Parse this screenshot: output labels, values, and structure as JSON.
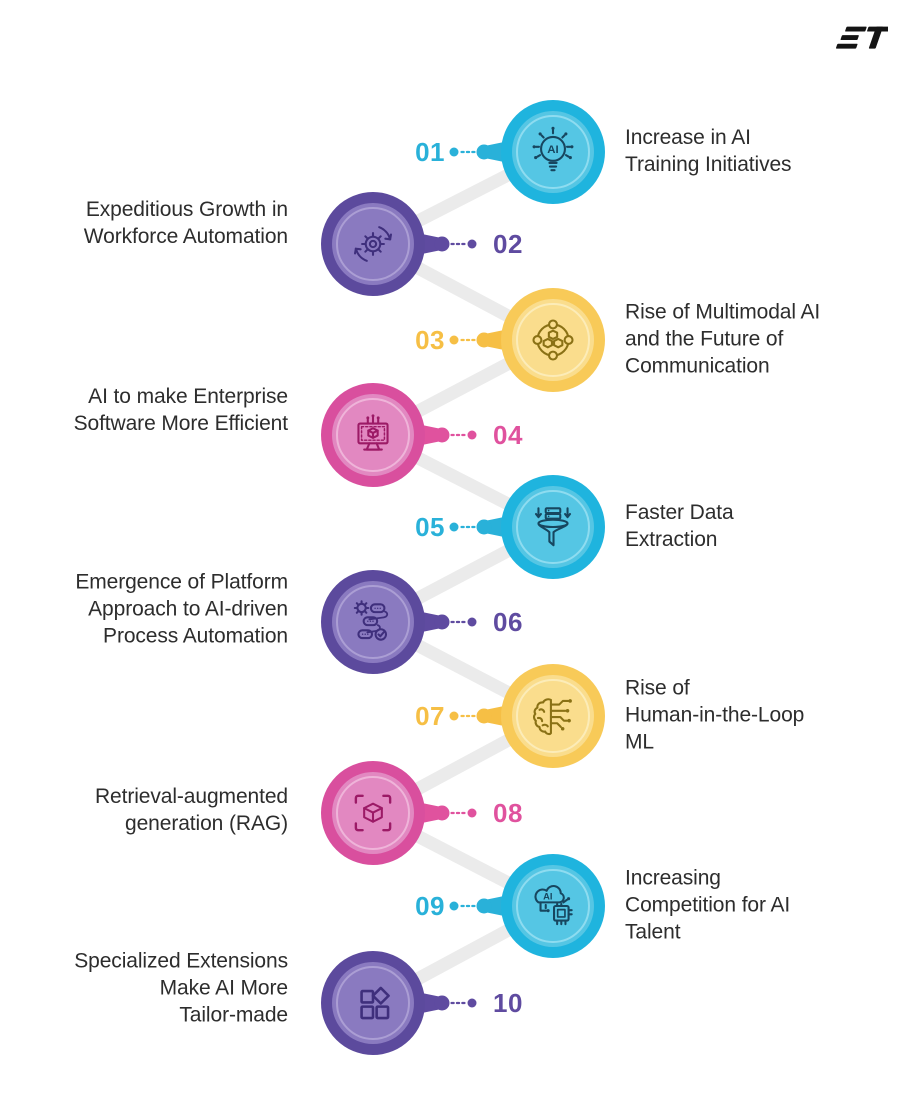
{
  "logo": {
    "text": "ET"
  },
  "palette": {
    "cyan": "#29b1d9",
    "purple": "#5f4ba0",
    "yellow": "#f6bf45",
    "pink": "#e0529e",
    "zigzag_line": "#ebebeb",
    "label_text": "#2d2d2d",
    "background": "#ffffff"
  },
  "items": [
    {
      "number": "01",
      "label": "Increase in AI\nTraining Initiatives",
      "side": "right",
      "theme": "cyan",
      "icon": "ai-lightbulb-icon"
    },
    {
      "number": "02",
      "label": "Expeditious Growth in\nWorkforce Automation",
      "side": "left",
      "theme": "purple",
      "icon": "automation-gear-sync-icon"
    },
    {
      "number": "03",
      "label": "Rise of Multimodal AI\nand the Future of\nCommunication",
      "side": "right",
      "theme": "yellow",
      "icon": "multimodal-network-icon"
    },
    {
      "number": "04",
      "label": "AI to make Enterprise\nSoftware More Efficient",
      "side": "left",
      "theme": "pink",
      "icon": "enterprise-monitor-cube-icon"
    },
    {
      "number": "05",
      "label": "Faster Data\nExtraction",
      "side": "right",
      "theme": "cyan",
      "icon": "data-funnel-icon"
    },
    {
      "number": "06",
      "label": "Emergence of Platform\nApproach to AI-driven\nProcess Automation",
      "side": "left",
      "theme": "purple",
      "icon": "process-workflow-icon"
    },
    {
      "number": "07",
      "label": "Rise of\nHuman-in-the-Loop\nML",
      "side": "right",
      "theme": "yellow",
      "icon": "brain-circuit-icon"
    },
    {
      "number": "08",
      "label": "Retrieval-augmented\ngeneration (RAG)",
      "side": "left",
      "theme": "pink",
      "icon": "rag-cube-scan-icon"
    },
    {
      "number": "09",
      "label": "Increasing\nCompetition for AI\nTalent",
      "side": "right",
      "theme": "cyan",
      "icon": "ai-cloud-chip-icon"
    },
    {
      "number": "10",
      "label": "Specialized Extensions\nMake AI More\nTailor-made",
      "side": "left",
      "theme": "purple",
      "icon": "extensions-shapes-icon"
    }
  ]
}
